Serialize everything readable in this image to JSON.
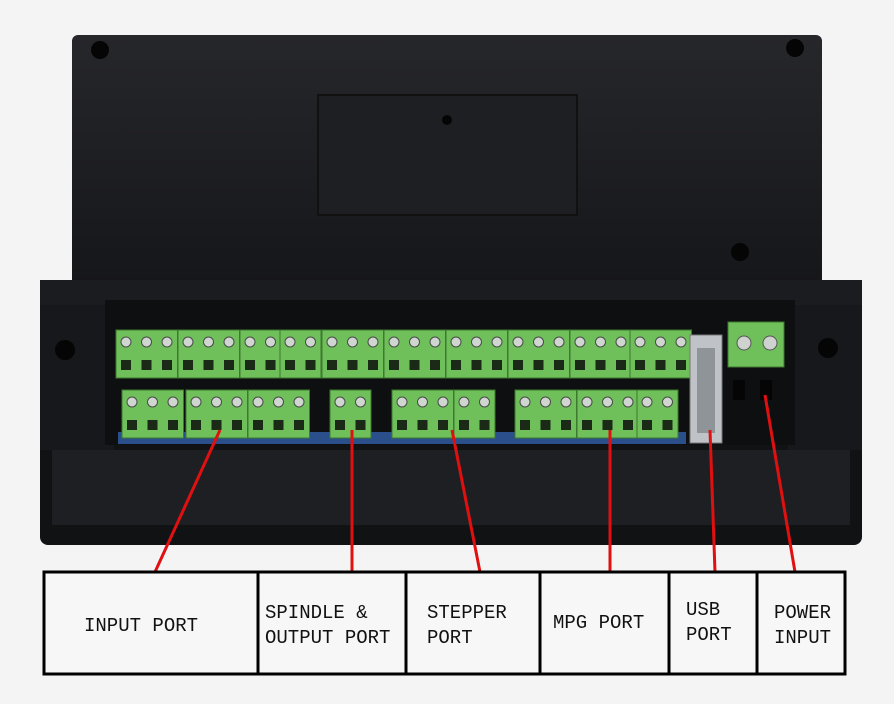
{
  "labels": [
    {
      "id": "input-port",
      "lines": [
        "INPUT PORT"
      ]
    },
    {
      "id": "spindle-output-port",
      "lines": [
        "SPINDLE &",
        "OUTPUT PORT"
      ]
    },
    {
      "id": "stepper-port",
      "lines": [
        "STEPPER",
        "PORT"
      ]
    },
    {
      "id": "mpg-port",
      "lines": [
        "MPG PORT"
      ]
    },
    {
      "id": "usb-port",
      "lines": [
        "USB",
        "PORT"
      ]
    },
    {
      "id": "power-input",
      "lines": [
        "POWER",
        "INPUT"
      ]
    }
  ],
  "colors": {
    "body": "#1a1b1e",
    "terminal": "#6fbf5a",
    "pointer": "#e01010",
    "pcb": "#2a4f8a"
  }
}
